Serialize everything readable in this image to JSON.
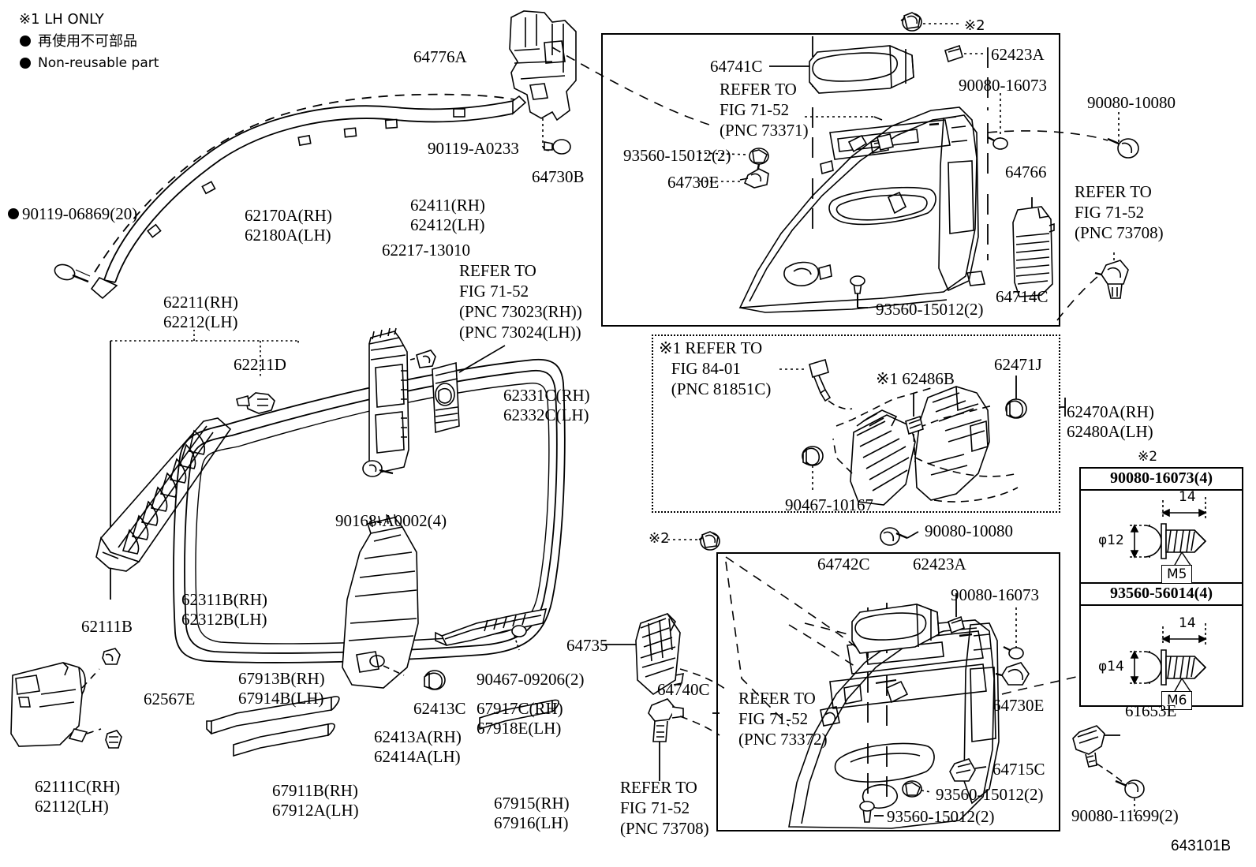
{
  "figure": {
    "drawing_number": "643101B"
  },
  "legend": {
    "note_lh_only": "※1 LH ONLY",
    "japanese_non_reusable": "再使用不可部品",
    "english_non_reusable": "Non-reusable part"
  },
  "labels": {
    "p_90119_06869": "90119-06869(20)",
    "p_62170A_62180A": "62170A(RH)\n62180A(LH)",
    "p_62211_62212": "62211(RH)\n62212(LH)",
    "p_62211D": "62211D",
    "p_64776A": "64776A",
    "p_90119_A0233": "90119-A0233",
    "p_62411_62412": "62411(RH)\n62412(LH)",
    "p_62217_13010": "62217-13010",
    "refer_73023_73024": "REFER TO\nFIG 71-52\n(PNC 73023(RH))\n(PNC 73024(LH))",
    "p_64730B": "64730B",
    "p_62331C_62332C": "62331C(RH)\n62332C(LH)",
    "p_90168_A0002": "90168-A0002(4)",
    "p_62311B_62312B": "62311B(RH)\n62312B(LH)",
    "p_62111B": "62111B",
    "p_62567E": "62567E",
    "p_62111C_62112": "62111C(RH)\n62112(LH)",
    "p_67913B_67914B": "67913B(RH)\n67914B(LH)",
    "p_67911B_67912A": "67911B(RH)\n67912A(LH)",
    "p_62413C": "62413C",
    "p_62413A_62414A": "62413A(RH)\n62414A(LH)",
    "p_90467_09206": "90467-09206(2)",
    "p_67917C_67918E": "67917C(RH)\n67918E(LH)",
    "p_67915_67916": "67915(RH)\n67916(LH)",
    "p_64735": "64735",
    "p_64740C": "64740C",
    "refer_73708_bl": "REFER TO\nFIG 71-52\n(PNC 73708)",
    "p_64741C": "64741C",
    "refer_73371": "REFER TO\nFIG 71-52\n(PNC 73371)",
    "p_93560_15012_top": "93560-15012(2)",
    "p_64730E_top": "64730E",
    "note_x2_top": "※2",
    "p_62423A_top": "62423A",
    "p_90080_16073_top": "90080-16073",
    "p_90080_10080_top": "90080-10080",
    "p_64766": "64766",
    "refer_73708_tr": "REFER TO\nFIG 71-52\n(PNC 73708)",
    "p_64714C": "64714C",
    "p_93560_15012_top2": "93560-15012(2)",
    "refer_81851C": "※1 REFER TO\n   FIG 84-01\n   (PNC 81851C)",
    "p_62486B": "※1 62486B",
    "p_62471J": "62471J",
    "p_90467_10167": "90467-10167",
    "p_62470A_62480A": "62470A(RH)\n62480A(LH)",
    "note_x2_mid": "※2",
    "p_90080_10080_bot": "90080-10080",
    "p_64742C": "64742C",
    "p_62423A_bot": "62423A",
    "p_90080_16073_bot": "90080-16073",
    "refer_73372": "REFER TO\nFIG 71-52\n(PNC 73372)",
    "p_64730E_bot": "64730E",
    "p_64715C": "64715C",
    "p_93560_15012_bot1": "93560-15012(2)",
    "p_93560_15012_bot2": "93560-15012(2)",
    "p_61653E": "61653E",
    "p_90080_11699": "90080-11699(2)"
  },
  "fastener_table": {
    "note": "※2",
    "rows": [
      {
        "part_number": "90080-16073(4)",
        "length": "14",
        "head_diameter": "φ12",
        "thread": "M5"
      },
      {
        "part_number": "93560-56014(4)",
        "length": "14",
        "head_diameter": "φ14",
        "thread": "M6"
      }
    ]
  }
}
